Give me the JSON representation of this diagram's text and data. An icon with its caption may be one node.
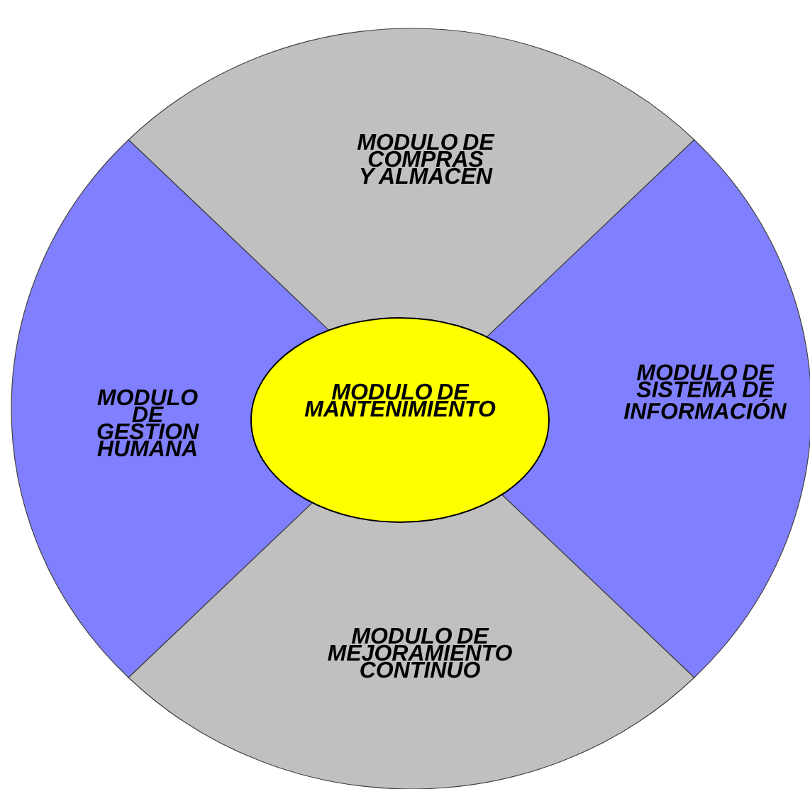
{
  "diagram": {
    "nodes": [
      {
        "text": [
          "MODULO DE COMPRAS Y ALMACEN"
        ]
      },
      {
        "text": [
          "MODULO DE GESTION HUMANA"
        ]
      },
      {
        "text": [
          "MODULO DE MANTENIMIENTO"
        ]
      },
      {
        "text": [
          "MODULO DE SISTEMA DE INFORMACIÓN"
        ]
      },
      {
        "text": [
          "MODULO DE MEJORAMIENTO CONTINUO"
        ]
      }
    ]
  }
}
